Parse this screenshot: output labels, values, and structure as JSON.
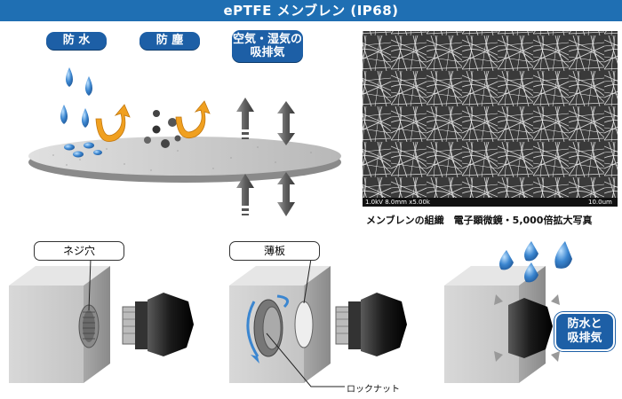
{
  "banner": {
    "title": "ePTFE メンブレン (IP68)"
  },
  "features": [
    {
      "label": "防 水"
    },
    {
      "label": "防 塵"
    },
    {
      "label_line1": "空気・湿気の",
      "label_line2": "吸排気"
    }
  ],
  "micrograph": {
    "scale_left": "1.0kV 8.0mm x5.00k",
    "scale_right": "10.0um",
    "caption": "メンブレンの組織　電子顕微鏡・5,000倍拡大写真"
  },
  "steps": [
    {
      "callout": "ネジ穴"
    },
    {
      "callout": "薄板",
      "nut_label": "ロックナット"
    },
    {
      "badge_line1": "防水と",
      "badge_line2": "吸排気"
    }
  ],
  "colors": {
    "brand_blue": "#1d5fa6",
    "banner_blue": "#1f6fb3",
    "arrow_orange": "#f0a020",
    "drop_blue": "#3b86d0"
  }
}
